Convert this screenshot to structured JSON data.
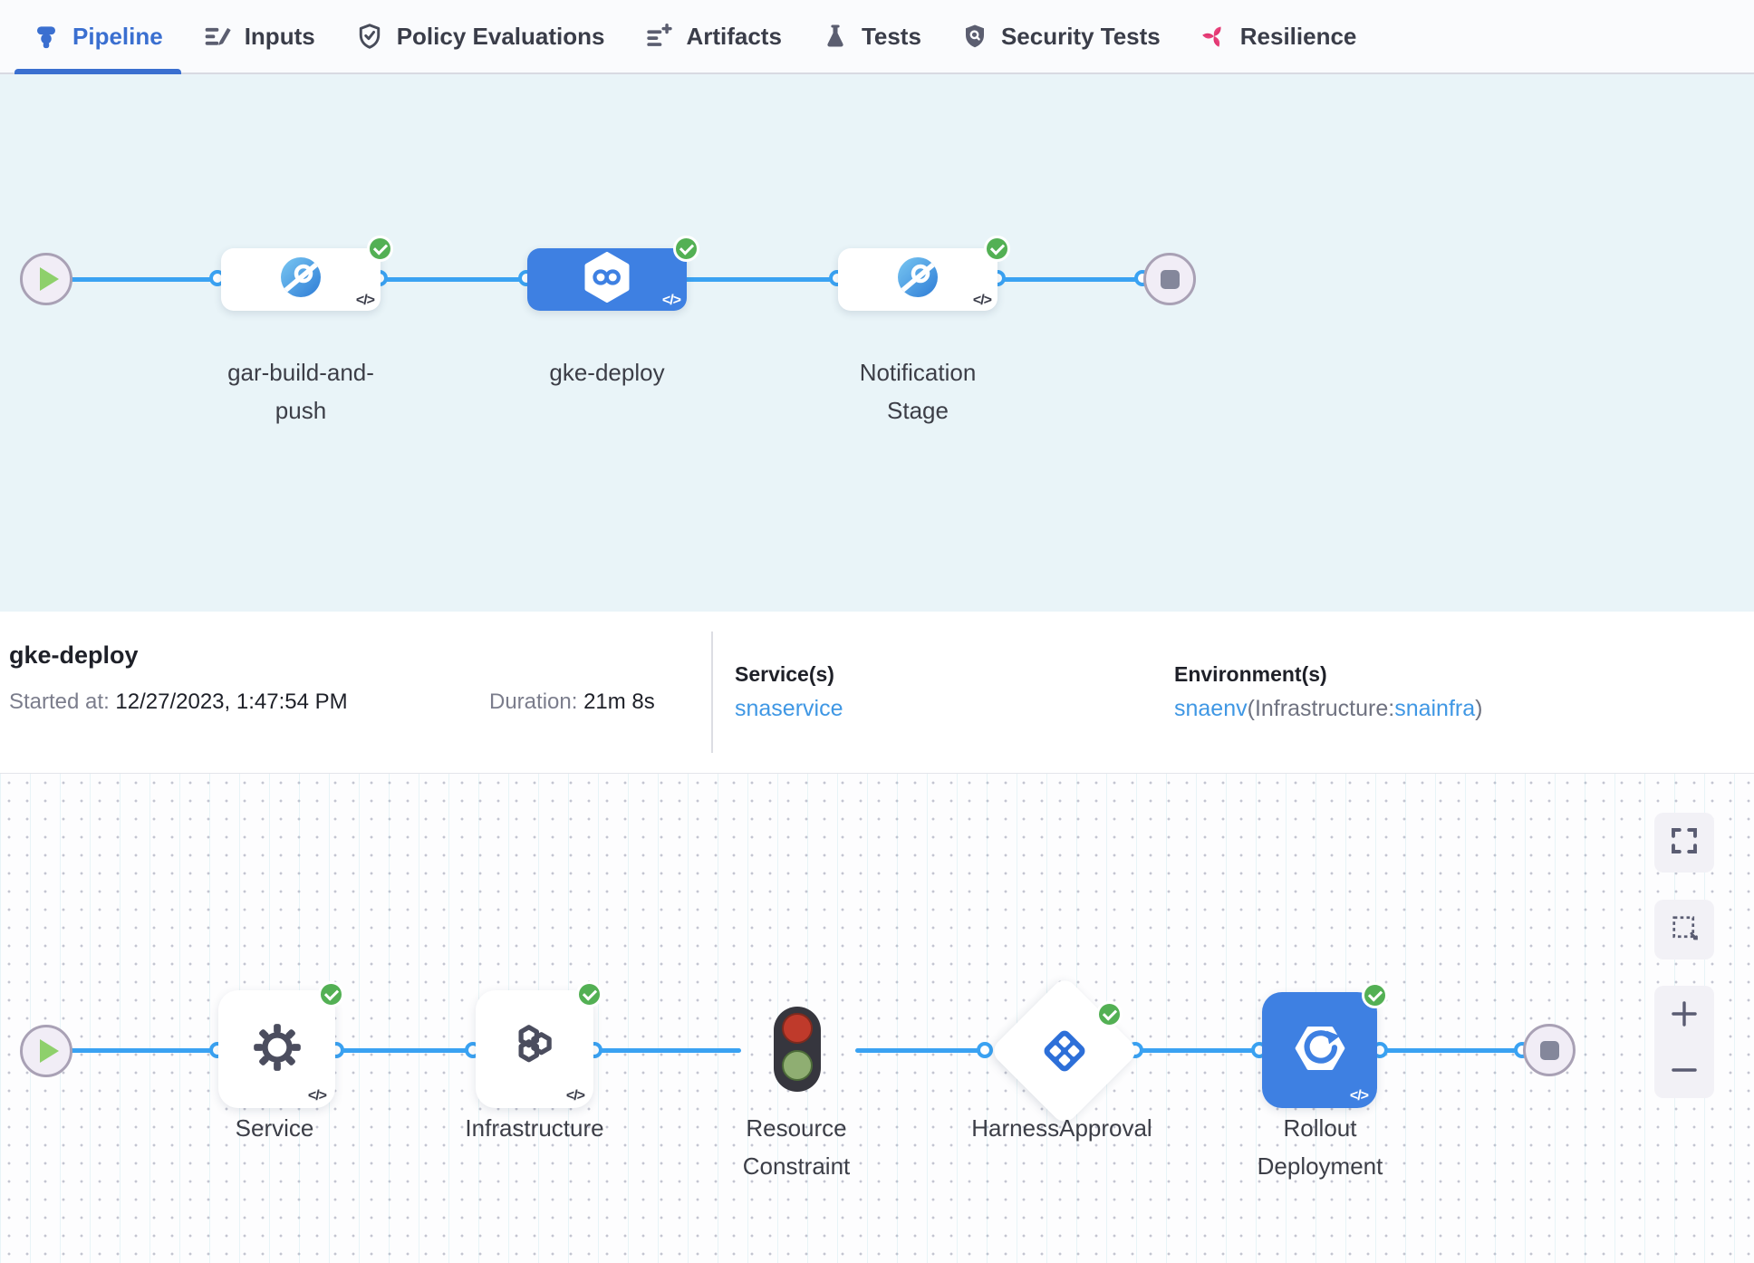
{
  "tabs": [
    {
      "label": "Pipeline",
      "icon": "pipeline-icon",
      "active": true
    },
    {
      "label": "Inputs",
      "icon": "inputs-icon",
      "active": false
    },
    {
      "label": "Policy Evaluations",
      "icon": "policy-evaluations-icon",
      "active": false
    },
    {
      "label": "Artifacts",
      "icon": "artifacts-icon",
      "active": false
    },
    {
      "label": "Tests",
      "icon": "tests-icon",
      "active": false
    },
    {
      "label": "Security Tests",
      "icon": "security-tests-icon",
      "active": false
    },
    {
      "label": "Resilience",
      "icon": "resilience-icon",
      "active": false
    }
  ],
  "pipeline_graph": {
    "stages": [
      {
        "name": "gar-build-and-push",
        "status": "success",
        "selected": false,
        "icon": "build-stage-icon"
      },
      {
        "name": "gke-deploy",
        "status": "success",
        "selected": true,
        "icon": "deploy-stage-icon"
      },
      {
        "name": "Notification Stage",
        "status": "success",
        "selected": false,
        "icon": "custom-stage-icon"
      }
    ]
  },
  "summary": {
    "title": "gke-deploy",
    "started_label": "Started at:",
    "started_value": "12/27/2023, 1:47:54 PM",
    "duration_label": "Duration:",
    "duration_value": "21m 8s",
    "services_label": "Service(s)",
    "service_link": "snaservice",
    "environments_label": "Environment(s)",
    "environment_link": "snaenv",
    "infrastructure_prefix": "(Infrastructure:",
    "infrastructure_link": "snainfra",
    "infrastructure_suffix": ")"
  },
  "stage_steps": [
    {
      "name": "Service",
      "status": "success",
      "icon": "gear-icon"
    },
    {
      "name": "Infrastructure",
      "status": "success",
      "icon": "hexagons-icon"
    },
    {
      "name": "Resource Constraint",
      "status": "running-queue",
      "icon": "traffic-light-icon"
    },
    {
      "name": "HarnessApproval",
      "status": "success",
      "icon": "approval-diamond-icon"
    },
    {
      "name": "Rollout Deployment",
      "status": "success",
      "icon": "rollout-icon"
    }
  ],
  "glyphs": {
    "code": "</>"
  },
  "icons": {
    "play": "green triangle",
    "stop": "gray rounded square",
    "check": "white check on green circle",
    "fullscreen": "four corner brackets",
    "marquee-select": "dashed square with cursor",
    "zoom-in": "plus",
    "zoom-out": "minus"
  },
  "colors": {
    "accent_blue": "#3a6fd0",
    "edge_blue": "#3aa2f2",
    "selected_stage_blue": "#3e80e2",
    "success_green": "#53b054",
    "link_blue": "#3f97e4",
    "resilience_pink": "#e8487f",
    "canvas_blue_bg": "#e9f4f8"
  }
}
